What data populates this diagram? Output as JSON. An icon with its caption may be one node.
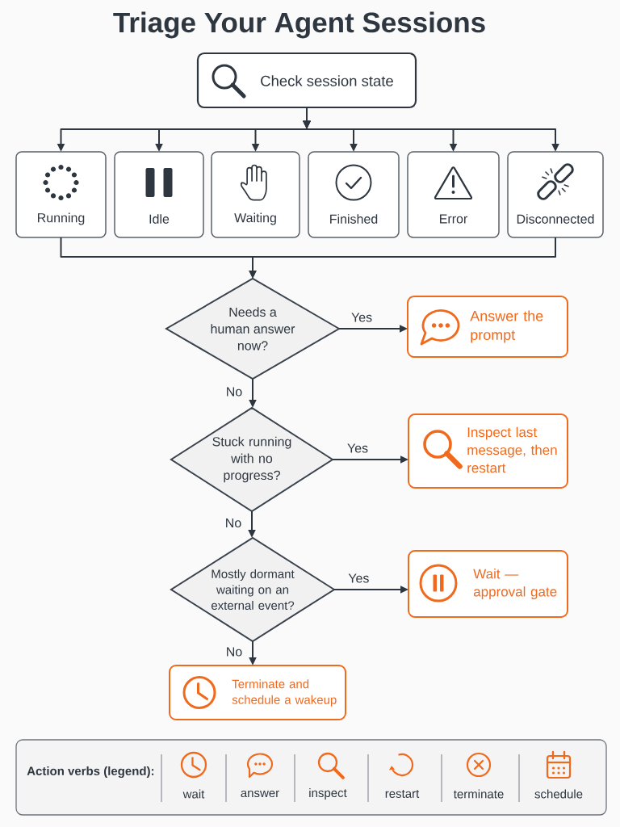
{
  "diagram": {
    "title": "Triage Your Agent Sessions",
    "nodes": [
      {
        "text": [
          "Check session state"
        ]
      },
      {
        "text": [
          "Running"
        ]
      },
      {
        "text": [
          "Idle"
        ]
      },
      {
        "text": [
          "Waiting"
        ]
      },
      {
        "text": [
          "Finished"
        ]
      },
      {
        "text": [
          "Error"
        ]
      },
      {
        "text": [
          "Disconnected"
        ]
      },
      {
        "text": [
          "Needs a human answer now?"
        ]
      },
      {
        "text": [
          "Answer the prompt"
        ]
      },
      {
        "text": [
          "Stuck running with no progress?"
        ]
      },
      {
        "text": [
          "Inspect last message, then restart"
        ]
      },
      {
        "text": [
          "Mostly dormant waiting on an external event?"
        ]
      },
      {
        "text": [
          "Wait — approval gate"
        ]
      },
      {
        "text": [
          "Terminate and schedule a wakeup"
        ]
      }
    ],
    "edges": [
      {
        "from": 0,
        "to": 1,
        "arrow": "to"
      },
      {
        "from": 0,
        "to": 2,
        "arrow": "to"
      },
      {
        "from": 0,
        "to": 3,
        "arrow": "to"
      },
      {
        "from": 0,
        "to": 4,
        "arrow": "to"
      },
      {
        "from": 0,
        "to": 5,
        "arrow": "to"
      },
      {
        "from": 0,
        "to": 6,
        "arrow": "to"
      },
      {
        "from": 1,
        "to": 7,
        "arrow": "to"
      },
      {
        "from": 6,
        "to": 7,
        "arrow": "to"
      },
      {
        "from": 7,
        "to": 8,
        "arrow": "to",
        "label": "Yes"
      },
      {
        "from": 7,
        "to": 9,
        "arrow": "to",
        "label": "No"
      },
      {
        "from": 9,
        "to": 10,
        "arrow": "to",
        "label": "Yes"
      },
      {
        "from": 9,
        "to": 11,
        "arrow": "to",
        "label": "No"
      },
      {
        "from": 11,
        "to": 12,
        "arrow": "to",
        "label": "Yes"
      },
      {
        "from": 11,
        "to": 13,
        "arrow": "to",
        "label": "No"
      }
    ],
    "labels": [
      "Action verbs (legend):"
    ],
    "legend": [
      {
        "text": "wait"
      },
      {
        "text": "answer"
      },
      {
        "text": "inspect"
      },
      {
        "text": "restart"
      },
      {
        "text": "terminate"
      },
      {
        "text": "schedule"
      }
    ]
  }
}
